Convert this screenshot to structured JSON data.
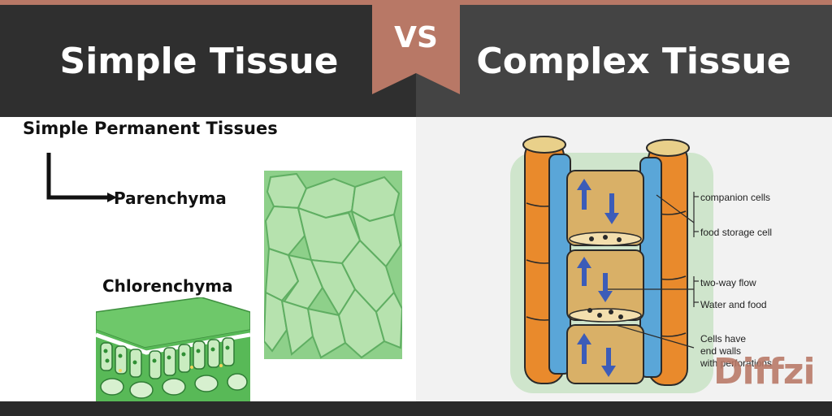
{
  "header": {
    "left_title": "Simple Tissue",
    "right_title": "Complex Tissue",
    "vs_label": "VS"
  },
  "left_panel": {
    "heading": "Simple Permanent Tissues",
    "sub_label": "Parenchyma",
    "chlorenchyma_label": "Chlorenchyma"
  },
  "right_panel": {
    "labels": {
      "companion_cells": "companion cells",
      "food_storage": "food storage cell",
      "two_way_flow": "two-way flow",
      "water_food": "Water and food",
      "cells_have": "Cells have",
      "end_walls": "end walls",
      "with_perforations": "with perforations"
    }
  },
  "logo": "Diffzi",
  "colors": {
    "accent": "#b87866",
    "header_left": "#2f2f2f",
    "header_right": "#444444",
    "cell_green": "#a8dca0",
    "xylem_orange": "#e98a2c",
    "phloem_blue": "#5aa6d8",
    "tube_tan": "#d9b067"
  }
}
